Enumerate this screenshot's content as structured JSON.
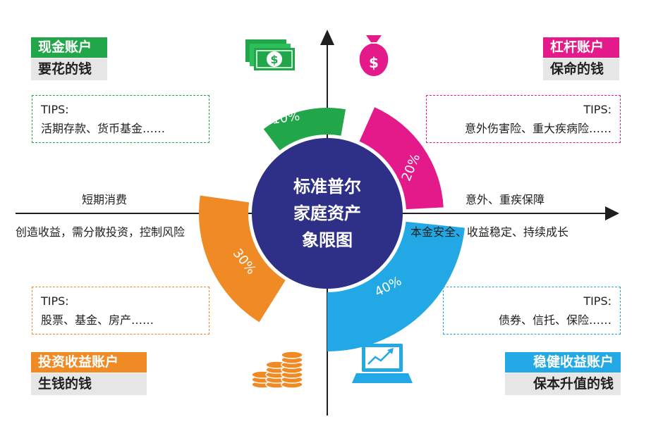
{
  "center": {
    "line1": "标准普尔",
    "line2": "家庭资产",
    "line3": "象限图"
  },
  "quadrants": {
    "top_left": {
      "title": "现金账户",
      "subtitle": "要花的钱",
      "percent": "10%",
      "tips_label": "TIPS:",
      "tips": "活期存款、货币基金……",
      "color": "#21a64a",
      "icon": "money-stack-icon"
    },
    "top_right": {
      "title": "杠杆账户",
      "subtitle": "保命的钱",
      "percent": "20%",
      "tips_label": "TIPS:",
      "tips": "意外伤害险、重大疾病险……",
      "color": "#e4198a",
      "icon": "money-bag-icon"
    },
    "bottom_left": {
      "title": "投资收益账户",
      "subtitle": "生钱的钱",
      "percent": "30%",
      "tips_label": "TIPS:",
      "tips": "股票、基金、房产……",
      "color": "#f08a24",
      "icon": "coin-stacks-icon"
    },
    "bottom_right": {
      "title": "稳健收益账户",
      "subtitle": "保本升值的钱",
      "percent": "40%",
      "tips_label": "TIPS:",
      "tips": "债券、信托、保险……",
      "color": "#22a8e4",
      "icon": "laptop-chart-icon"
    }
  },
  "axis_labels": {
    "upper_left": "短期消费",
    "lower_left": "创造收益，需分散投资，控制风险",
    "upper_right": "意外、重疾保障",
    "lower_right": "本金安全、收益稳定、持续成长"
  },
  "colors": {
    "center": "#2e2f86",
    "axis": "#1f1f1f"
  }
}
